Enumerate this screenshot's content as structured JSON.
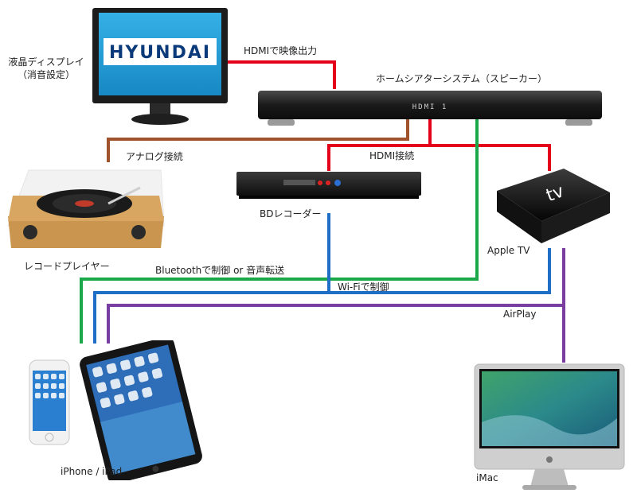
{
  "colors": {
    "hdmi": "#e4001b",
    "analog": "#a0522d",
    "bluetooth": "#1aa84a",
    "wifi": "#1f6fc6",
    "airplay": "#7a3ea0"
  },
  "devices": {
    "monitor": {
      "label_line1": "液晶ディスプレイ",
      "label_line2": "（消音設定）",
      "logo_text": "HYUNDAI"
    },
    "soundbar": {
      "label": "ホームシアターシステム（スピーカー）",
      "display_text": "HDMI 1"
    },
    "recorder": {
      "label": "BDレコーダー"
    },
    "turntable": {
      "label": "レコードプレイヤー"
    },
    "appletv": {
      "label": "Apple TV",
      "logo_text": "tv"
    },
    "mobile": {
      "label": "iPhone / iPad"
    },
    "imac": {
      "label": "iMac"
    }
  },
  "connections": {
    "hdmi_video": "HDMIで映像出力",
    "analog": "アナログ接続",
    "hdmi": "HDMI接続",
    "bluetooth": "Bluetoothで制御 or 音声転送",
    "wifi": "Wi-Fiで制御",
    "airplay": "AirPlay"
  }
}
